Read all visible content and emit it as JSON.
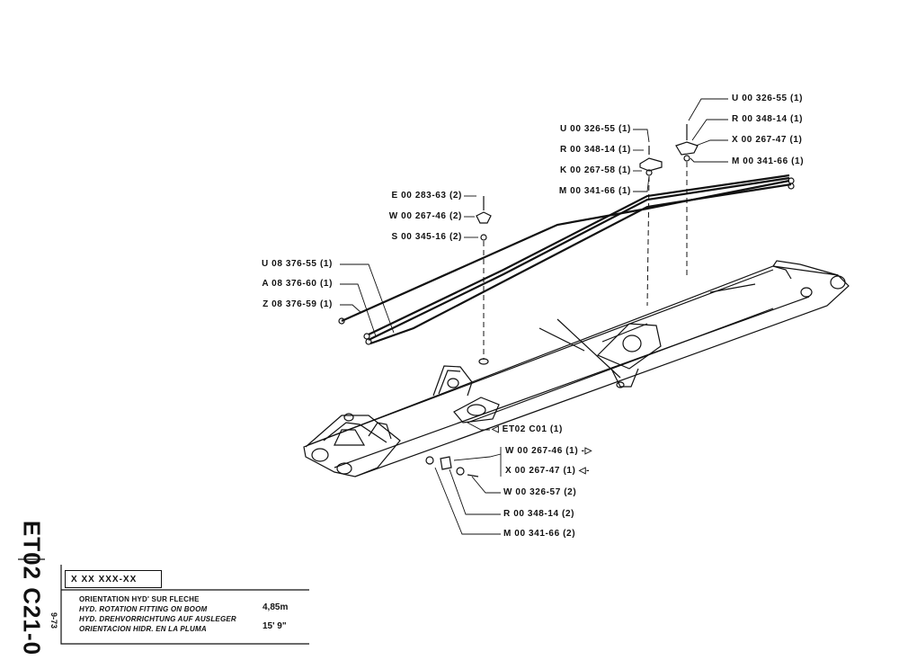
{
  "callouts": {
    "u_top_right": "U 00 326-55 (1)",
    "r_top_right": "R 00 348-14 (1)",
    "x_top_right": "X 00 267-47 (1)",
    "m_top_right": "M 00 341-66 (1)",
    "u_top_mid": "U 00 326-55 (1)",
    "r_top_mid": "R 00 348-14 (1)",
    "k_top_mid": "K 00 267-58 (1)",
    "m_top_mid": "M 00 341-66 (1)",
    "e_left": "E 00 283-63 (2)",
    "w_left": "W 00 267-46 (2)",
    "s_left": "S 00 345-16 (2)",
    "u_pipe": "U 08 376-55 (1)",
    "a_pipe": "A 08 376-60 (1)",
    "z_pipe": "Z 08 376-59 (1)",
    "et_ref": "◁ ET02 C01 (1)",
    "w_lower": "W 00 267-46 (1) -▷",
    "x_lower": "X 00 267-47 (1) ◁-",
    "w_bolt": "W 00 326-57 (2)",
    "r_lower": "R 00 348-14 (2)",
    "m_lower": "M 00 341-66 (2)"
  },
  "title_block": {
    "sheet_code": "ET02 C21-0",
    "date": "9-73",
    "ref": "X XX XXX-XX",
    "desc_fr": "ORIENTATION HYD' SUR FLECHE",
    "desc_en": "HYD. ROTATION FITTING ON BOOM",
    "desc_de": "HYD. DREHVORRICHTUNG AUF AUSLEGER",
    "desc_es": "ORIENTACION HIDR. EN LA PLUMA",
    "dim_metric": "4,85m",
    "dim_imperial": "15'  9\""
  }
}
